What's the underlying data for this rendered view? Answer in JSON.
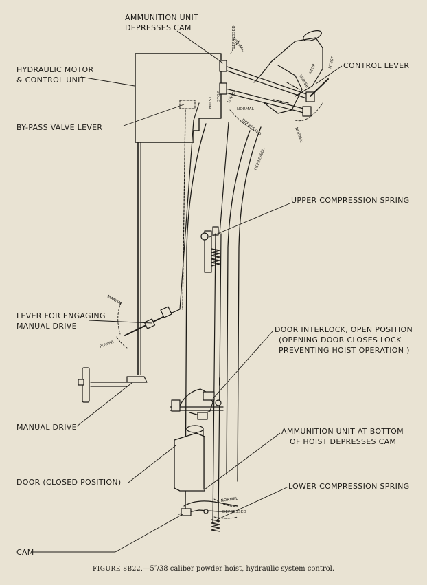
{
  "labels": {
    "ammunition_unit_depresses_cam": [
      "AMMUNITION UNIT",
      "DEPRESSES CAM"
    ],
    "hydraulic_motor": [
      "HYDRAULIC MOTOR",
      "& CONTROL UNIT"
    ],
    "control_lever": [
      "CONTROL LEVER"
    ],
    "bypass_valve_lever": [
      "BY-PASS VALVE LEVER"
    ],
    "upper_compression_spring": [
      "UPPER COMPRESSION SPRING"
    ],
    "lever_manual_drive": [
      "LEVER FOR ENGAGING",
      "MANUAL DRIVE"
    ],
    "door_interlock": [
      "DOOR INTERLOCK, OPEN POSITION",
      "(OPENING DOOR CLOSES LOCK",
      "PREVENTING HOIST OPERATION )"
    ],
    "manual_drive": [
      "MANUAL DRIVE"
    ],
    "ammunition_unit_bottom": [
      "AMMUNITION UNIT AT BOTTOM",
      "OF HOIST DEPRESSES CAM"
    ],
    "door_closed": [
      "DOOR (CLOSED POSITION)"
    ],
    "lower_compression_spring": [
      "LOWER COMPRESSION SPRING"
    ],
    "cam": [
      "CAM"
    ]
  },
  "small_marks": {
    "depressed": "DEPRESSED",
    "normal": "NORMAL",
    "hoist": "HOIST",
    "stop": "STOP",
    "lower": "LOWER",
    "manual": "MANUAL",
    "power": "POWER"
  },
  "caption": {
    "figure": "FIGURE 8B22.",
    "text": "—5″/38 caliber powder hoist, hydraulic system control."
  }
}
